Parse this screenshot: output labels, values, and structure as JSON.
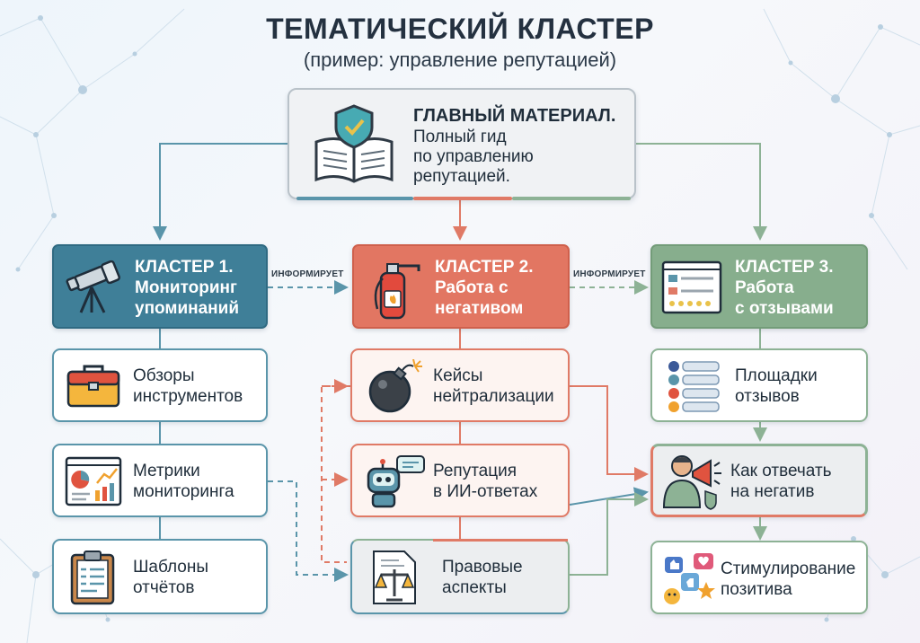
{
  "title": "ТЕМАТИЧЕСКИЙ КЛАСТЕР",
  "subtitle": "(пример: управление репутацией)",
  "main": {
    "title": "ГЛАВНЫЙ МАТЕРИАЛ.",
    "description": "Полный гид\nпо управлению\nрепутацией.",
    "icon": "book-shield-icon"
  },
  "informs_label": "ИНФОРМИРУЕТ",
  "clusters": [
    {
      "title": "КЛАСТЕР 1.\nМониторинг\nупоминаний",
      "icon": "telescope-icon",
      "color": "#3f7f98",
      "items": [
        {
          "label": "Обзоры\nинструментов",
          "icon": "toolbox-icon"
        },
        {
          "label": "Метрики\nмониторинга",
          "icon": "analytics-dashboard-icon"
        },
        {
          "label": "Шаблоны\nотчётов",
          "icon": "clipboard-report-icon"
        }
      ]
    },
    {
      "title": "КЛАСТЕР 2.\nРабота с\nнегативом",
      "icon": "fire-extinguisher-icon",
      "color": "#e27662",
      "items": [
        {
          "label": "Кейсы\nнейтрализации",
          "icon": "bomb-icon"
        },
        {
          "label": "Репутация\nв ИИ-ответах",
          "icon": "robot-icon"
        },
        {
          "label": "Правовые\nаспекты",
          "icon": "scales-document-icon"
        }
      ]
    },
    {
      "title": "КЛАСТЕР 3.\nРабота\nс отзывами",
      "icon": "review-window-icon",
      "color": "#87ae8d",
      "items": [
        {
          "label": "Площадки\nотзывов",
          "icon": "review-platforms-icon"
        },
        {
          "label": "Как отвечать\nна негатив",
          "icon": "person-megaphone-icon"
        },
        {
          "label": "Стимулирование\nпозитива",
          "icon": "reactions-icon"
        }
      ]
    }
  ],
  "colors": {
    "teal": "#5a95aa",
    "salmon": "#e07a66",
    "green": "#8db295"
  }
}
